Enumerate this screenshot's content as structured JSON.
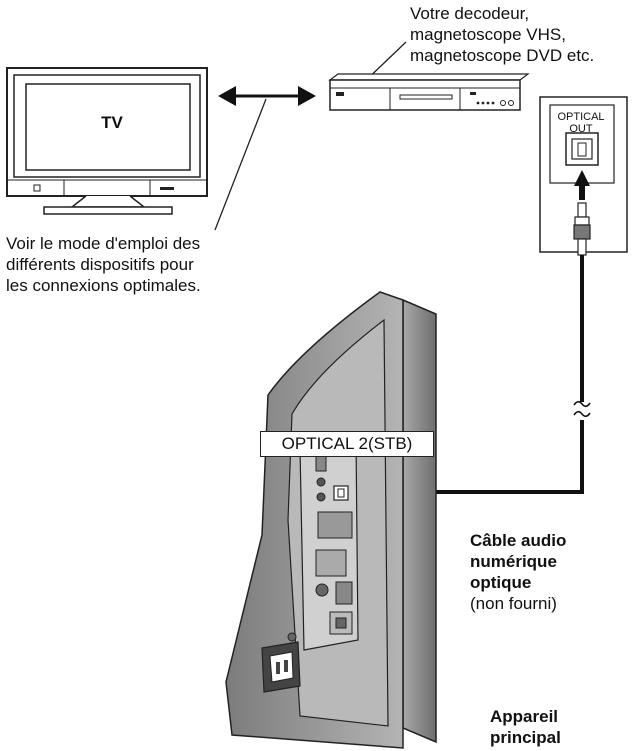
{
  "tv": {
    "label": "TV"
  },
  "decoder": {
    "caption": [
      "Votre decodeur,",
      "magnetoscope VHS,",
      "magnetoscope DVD etc."
    ],
    "port_label": [
      "OPTICAL",
      "OUT"
    ]
  },
  "note": [
    "Voir le mode d'emploi des",
    "différents dispositifs pour",
    "les connexions optimales."
  ],
  "main_unit": {
    "port_label": "OPTICAL 2(STB)",
    "caption": [
      "Appareil",
      "principal"
    ]
  },
  "cable": {
    "caption_bold": [
      "Câble audio",
      "numérique",
      "optique"
    ],
    "caption_note": "(non fourni)"
  },
  "colors": {
    "line": "#111111",
    "device_fill": "#9a9a9a",
    "panel_fill": "#c8c8c8"
  }
}
